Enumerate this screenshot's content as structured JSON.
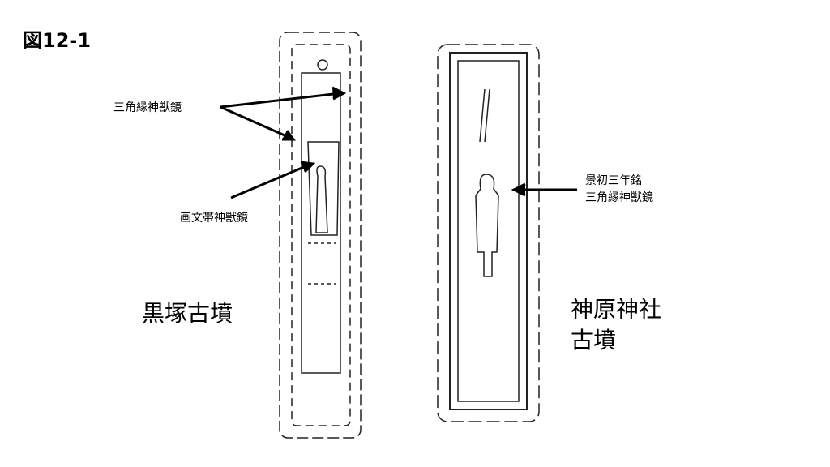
{
  "figure_label": "図12-1",
  "left": {
    "title": "黒塚古墳",
    "label_mirror1": "三角縁神獣鏡",
    "label_mirror2": "画文帯神獣鏡"
  },
  "right": {
    "title_line1": "神原神社",
    "title_line2": "古墳",
    "label_line1": "景初三年銘",
    "label_line2": "三角縁神獣鏡"
  }
}
